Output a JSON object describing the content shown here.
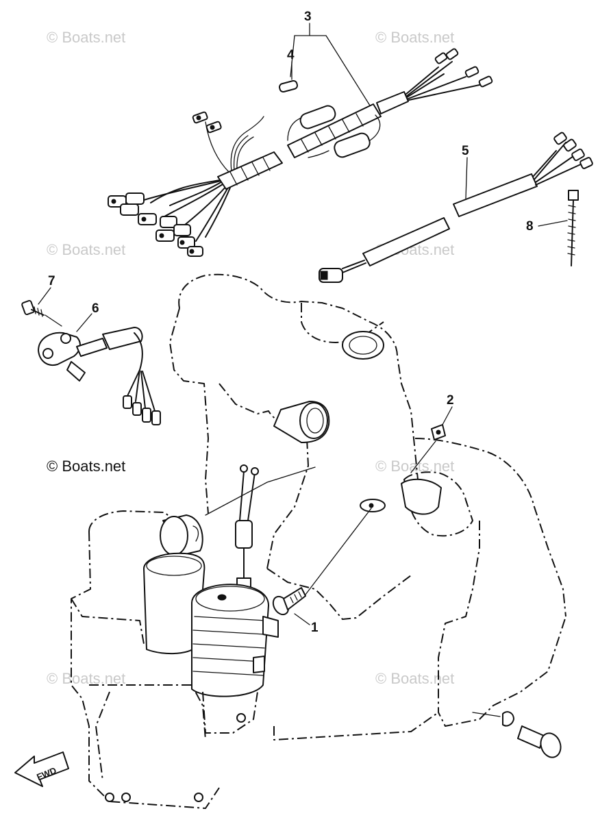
{
  "watermarks": [
    {
      "id": "wm-1",
      "text": "© Boats.net"
    },
    {
      "id": "wm-2",
      "text": "© Boats.net"
    },
    {
      "id": "wm-3",
      "text": "© Boats.net"
    },
    {
      "id": "wm-4",
      "text": "© Boats.net"
    },
    {
      "id": "wm-5",
      "text": "© Boats.net"
    },
    {
      "id": "wm-6",
      "text": "© Boats.net"
    },
    {
      "id": "wm-7",
      "text": "© Boats.net"
    },
    {
      "id": "wm-8",
      "text": "© Boats.net"
    }
  ],
  "callouts": {
    "c1": "1",
    "c2": "2",
    "c3": "3",
    "c4": "4",
    "c5": "5",
    "c6": "6",
    "c7": "7",
    "c8": "8"
  },
  "direction_label": "FWD",
  "colors": {
    "line": "#111111",
    "watermark": "#c9c9c9",
    "background": "#ffffff"
  }
}
